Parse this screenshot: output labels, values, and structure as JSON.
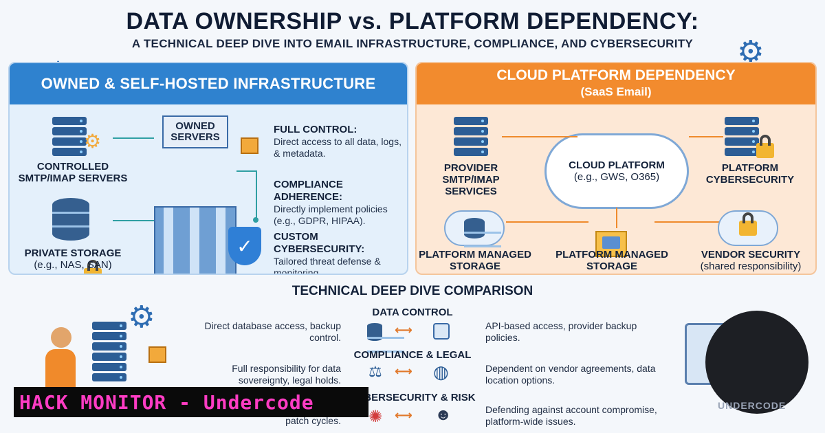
{
  "header": {
    "title": "DATA OWNERSHIP vs. PLATFORM DEPENDENCY:",
    "subtitle": "A TECHNICAL DEEP DIVE INTO EMAIL INFRASTRUCTURE, COMPLIANCE, AND CYBERSECURITY"
  },
  "left_panel": {
    "title": "OWNED & SELF-HOSTED INFRASTRUCTURE",
    "servers_label": "CONTROLLED SMTP/IMAP SERVERS",
    "storage_label": "PRIVATE STORAGE",
    "storage_sub": "(e.g., NAS, SAN)",
    "building_label": "OWNED SERVERS",
    "features": [
      {
        "title": "FULL CONTROL:",
        "desc": "Direct access to all data, logs, & metadata."
      },
      {
        "title": "COMPLIANCE ADHERENCE:",
        "desc": "Directly implement policies (e.g., GDPR, HIPAA)."
      },
      {
        "title": "CUSTOM CYBERSECURITY:",
        "desc": "Tailored threat defense & monitoring."
      }
    ]
  },
  "right_panel": {
    "title": "CLOUD PLATFORM DEPENDENCY",
    "subtitle": "(SaaS Email)",
    "provider_label": "PROVIDER SMTP/IMAP SERVICES",
    "cloud_label": "CLOUD PLATFORM",
    "cloud_sub": "(e.g., GWS, O365)",
    "cyber_label": "PLATFORM CYBERSECURITY",
    "storage1_label": "PLATFORM MANAGED STORAGE",
    "storage2_label": "PLATFORM MANAGED STORAGE",
    "vendor_label": "VENDOR SECURITY",
    "vendor_sub": "(shared responsibility)"
  },
  "comparison": {
    "title": "TECHNICAL DEEP DIVE COMPARISON",
    "rows": [
      {
        "label": "DATA CONTROL",
        "left": "Direct database access, backup control.",
        "right": "API-based access, provider backup policies."
      },
      {
        "label": "COMPLIANCE & LEGAL",
        "left": "Full responsibility for data sovereignty, legal holds.",
        "right": "Dependent on vendor agreements, data location options."
      },
      {
        "label": "CYBERSECURITY & RISK",
        "left": "patch cycles.",
        "right": "Defending against account compromise, platform-wide issues."
      }
    ]
  },
  "banner": {
    "text": "HACK MONITOR - Undercode"
  },
  "watermark": {
    "text": "UNDERCODE"
  },
  "colors": {
    "blue": "#2f82cf",
    "orange": "#f28b2e",
    "teal_line": "#2f9fa3",
    "banner_text": "#ff3cc4"
  },
  "icons": [
    "gear-icon",
    "server-icon",
    "database-icon",
    "lock-icon",
    "shield-icon",
    "cloud-icon",
    "envelope-icon",
    "scale-icon",
    "globe-icon",
    "virus-icon",
    "hacker-icon"
  ]
}
